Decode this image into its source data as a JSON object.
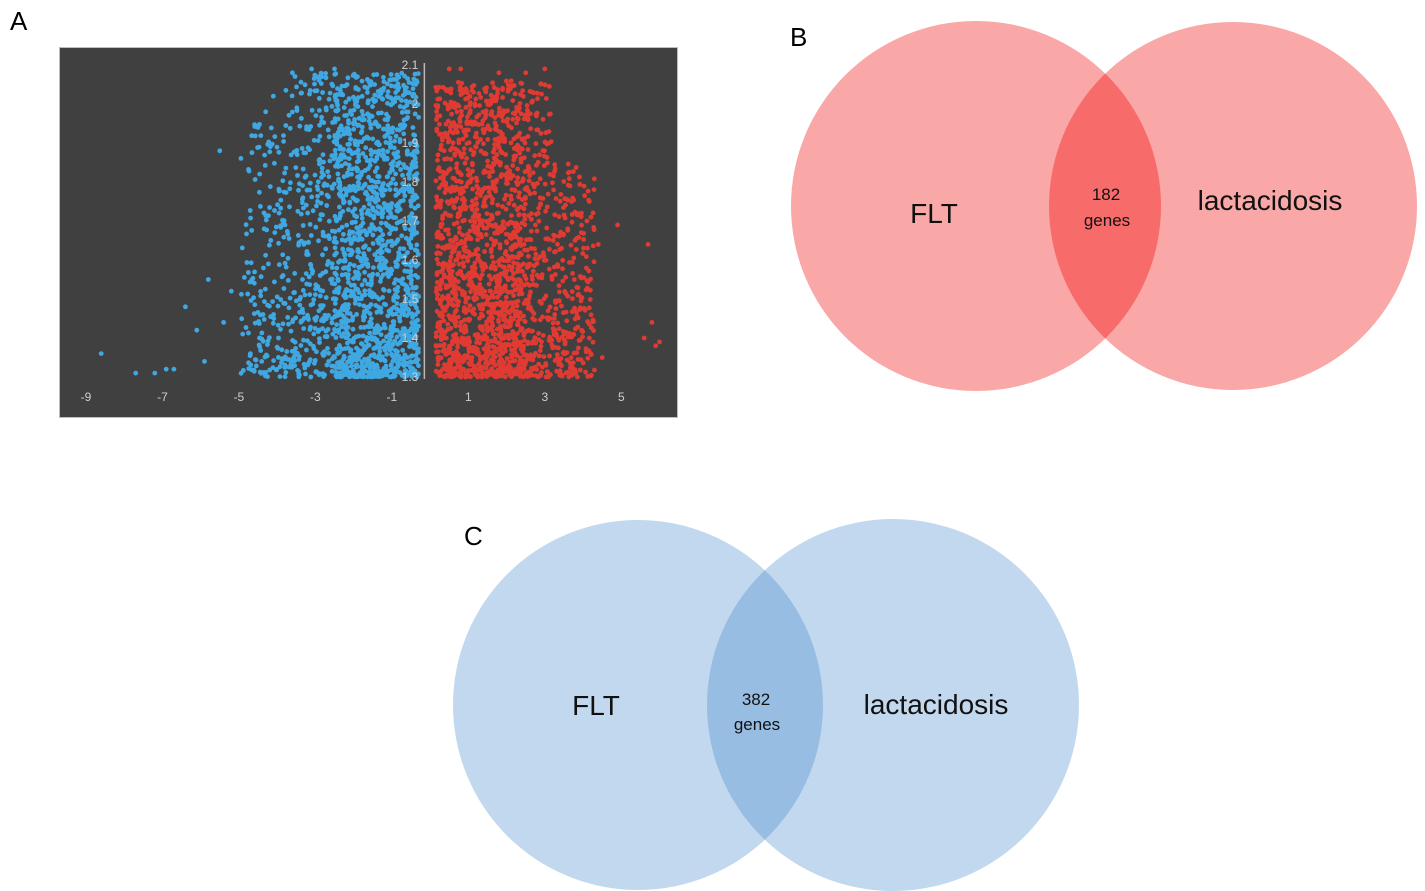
{
  "panels": {
    "a": "A",
    "b": "B",
    "c": "C"
  },
  "chart_data": [
    {
      "type": "scatter",
      "background": "#404040",
      "x_ticks": [
        "-9",
        "-7",
        "-5",
        "-3",
        "-1",
        "1",
        "3",
        "5"
      ],
      "y_ticks": [
        "2.1",
        "2",
        "1.9",
        "1.8",
        "1.7",
        "1.6",
        "1.5",
        "1.4",
        "1.3"
      ],
      "xlim": [
        -9.6,
        6.3
      ],
      "ylim": [
        1.3,
        2.1
      ],
      "series": [
        {
          "color": "#3fa8e2",
          "points": [
            [
              -8.6,
              1.36
            ],
            [
              -7.7,
              1.31
            ],
            [
              -7.2,
              1.31
            ],
            [
              -6.9,
              1.32
            ],
            [
              -6.7,
              1.32
            ],
            [
              -6.4,
              1.48
            ],
            [
              -6.1,
              1.42
            ],
            [
              -5.9,
              1.34
            ],
            [
              -5.8,
              1.55
            ],
            [
              -5.5,
              1.88
            ],
            [
              -5.4,
              1.44
            ],
            [
              -5.2,
              1.52
            ],
            [
              -4.9,
              1.41
            ],
            [
              -4.7,
              1.36
            ],
            [
              -4.5,
              1.94
            ],
            [
              -4.3,
              1.98
            ],
            [
              -4.1,
              2.02
            ],
            [
              -3.6,
              2.08
            ],
            [
              -3.1,
              2.09
            ],
            [
              -2.5,
              2.09
            ],
            [
              -1.9,
              2.07
            ]
          ],
          "band": {
            "x_min": -5.0,
            "x_max": -0.3,
            "dense_x_min": -2.5,
            "y_min": 1.3,
            "y_max": 2.08,
            "count": 1900
          }
        },
        {
          "color": "#e03b33",
          "points": [
            [
              0.5,
              2.09
            ],
            [
              0.8,
              2.09
            ],
            [
              1.8,
              2.08
            ],
            [
              2.5,
              2.08
            ],
            [
              3.0,
              2.09
            ],
            [
              3.6,
              1.68
            ],
            [
              4.1,
              1.7
            ],
            [
              4.4,
              1.64
            ],
            [
              4.9,
              1.69
            ],
            [
              5.7,
              1.64
            ],
            [
              5.8,
              1.44
            ],
            [
              5.6,
              1.4
            ],
            [
              5.9,
              1.38
            ],
            [
              6.0,
              1.39
            ],
            [
              4.5,
              1.35
            ],
            [
              4.2,
              1.36
            ]
          ],
          "band": {
            "x_min": 0.15,
            "x_max": 4.3,
            "dense_x_min": 0.15,
            "y_min": 1.3,
            "y_max": 2.06,
            "count": 2000
          }
        }
      ]
    },
    {
      "type": "venn",
      "sets": [
        "FLT",
        "lactacidosis"
      ],
      "intersection_count": "182",
      "intersection_unit": "genes",
      "color_circle": "#f9a7a7",
      "color_overlap": "#f86b6b"
    },
    {
      "type": "venn",
      "sets": [
        "FLT",
        "lactacidosis"
      ],
      "intersection_count": "382",
      "intersection_unit": "genes",
      "color_circle": "#c2d8ef",
      "color_overlap": "#98bde3"
    }
  ]
}
